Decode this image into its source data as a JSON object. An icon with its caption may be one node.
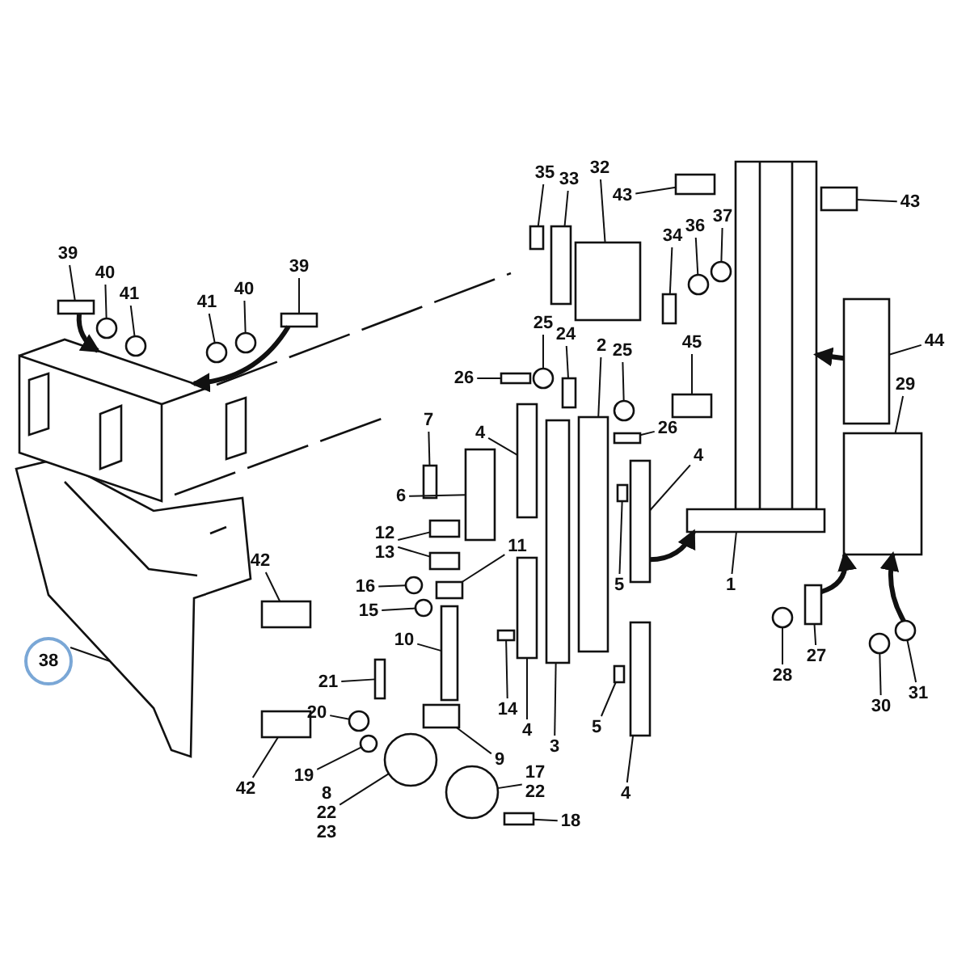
{
  "diagram": {
    "nodes": [
      {
        "text": [
          "35"
        ]
      },
      {
        "text": [
          "32"
        ]
      },
      {
        "text": [
          "33"
        ]
      },
      {
        "text": [
          "43"
        ]
      },
      {
        "text": [
          "43"
        ]
      },
      {
        "text": [
          "37"
        ]
      },
      {
        "text": [
          "36"
        ]
      },
      {
        "text": [
          "34"
        ]
      },
      {
        "text": [
          "39"
        ]
      },
      {
        "text": [
          "39"
        ]
      },
      {
        "text": [
          "40"
        ]
      },
      {
        "text": [
          "40"
        ]
      },
      {
        "text": [
          "41"
        ]
      },
      {
        "text": [
          "41"
        ]
      },
      {
        "text": [
          "25"
        ]
      },
      {
        "text": [
          "24"
        ]
      },
      {
        "text": [
          "44"
        ]
      },
      {
        "text": [
          "45"
        ]
      },
      {
        "text": [
          "2"
        ]
      },
      {
        "text": [
          "25"
        ]
      },
      {
        "text": [
          "26"
        ]
      },
      {
        "text": [
          "29"
        ]
      },
      {
        "text": [
          "7"
        ]
      },
      {
        "text": [
          "26"
        ]
      },
      {
        "text": [
          "4"
        ]
      },
      {
        "text": [
          "4"
        ]
      },
      {
        "text": [
          "6"
        ]
      },
      {
        "text": [
          "12",
          "13"
        ]
      },
      {
        "text": [
          "11"
        ]
      },
      {
        "text": [
          "42"
        ]
      },
      {
        "text": [
          "5"
        ]
      },
      {
        "text": [
          "1"
        ]
      },
      {
        "text": [
          "16"
        ]
      },
      {
        "text": [
          "15"
        ]
      },
      {
        "text": [
          "10"
        ]
      },
      {
        "text": [
          "27"
        ]
      },
      {
        "text": [
          "38"
        ]
      },
      {
        "text": [
          "28"
        ]
      },
      {
        "text": [
          "21"
        ]
      },
      {
        "text": [
          "31"
        ]
      },
      {
        "text": [
          "30"
        ]
      },
      {
        "text": [
          "14"
        ]
      },
      {
        "text": [
          "20"
        ]
      },
      {
        "text": [
          "5"
        ]
      },
      {
        "text": [
          "4"
        ]
      },
      {
        "text": [
          "9"
        ]
      },
      {
        "text": [
          "3"
        ]
      },
      {
        "text": [
          "17",
          "22"
        ]
      },
      {
        "text": [
          "19"
        ]
      },
      {
        "text": [
          "42"
        ]
      },
      {
        "text": [
          "4"
        ]
      },
      {
        "text": [
          "8",
          "22",
          "23"
        ]
      },
      {
        "text": [
          "18"
        ]
      },
      {
        "text": [],
        "shape": "box"
      },
      {
        "text": [],
        "shape": "box"
      },
      {
        "text": [],
        "shape": "box"
      },
      {
        "text": [],
        "shape": "box"
      },
      {
        "text": [],
        "shape": "box"
      },
      {
        "text": [],
        "shape": "circle"
      },
      {
        "text": [],
        "shape": "circle"
      },
      {
        "text": [],
        "shape": "box"
      },
      {
        "text": [],
        "shape": "box"
      },
      {
        "text": [],
        "shape": "box"
      },
      {
        "text": [],
        "shape": "circle"
      },
      {
        "text": [],
        "shape": "circle"
      },
      {
        "text": [],
        "shape": "circle"
      },
      {
        "text": [],
        "shape": "circle"
      },
      {
        "text": [],
        "shape": "circle"
      },
      {
        "text": [],
        "shape": "box"
      },
      {
        "text": [],
        "shape": "box"
      },
      {
        "text": [],
        "shape": "box"
      },
      {
        "text": [],
        "shape": "box"
      },
      {
        "text": [],
        "shape": "circle"
      },
      {
        "text": [],
        "shape": "box"
      },
      {
        "text": [],
        "shape": "box"
      },
      {
        "text": [],
        "shape": "box"
      },
      {
        "text": [],
        "shape": "box"
      },
      {
        "text": [],
        "shape": "box"
      },
      {
        "text": [],
        "shape": "box"
      },
      {
        "text": [],
        "shape": "box"
      },
      {
        "text": [],
        "shape": "box"
      },
      {
        "text": [],
        "shape": "box"
      },
      {
        "text": [],
        "shape": "box"
      },
      {
        "text": [],
        "shape": "box"
      },
      {
        "text": [],
        "shape": "box"
      },
      {
        "text": [],
        "shape": "picture"
      },
      {
        "text": [],
        "shape": "circle"
      },
      {
        "text": [],
        "shape": "circle"
      },
      {
        "text": [],
        "shape": "box"
      },
      {
        "text": [],
        "shape": "box"
      },
      {
        "text": [],
        "shape": "picture"
      },
      {
        "text": [],
        "shape": "circle"
      },
      {
        "text": [],
        "shape": "box"
      },
      {
        "text": [],
        "shape": "circle"
      },
      {
        "text": [],
        "shape": "circle"
      },
      {
        "text": [],
        "shape": "box"
      },
      {
        "text": [],
        "shape": "circle"
      },
      {
        "text": [],
        "shape": "box"
      },
      {
        "text": [],
        "shape": "box"
      },
      {
        "text": [],
        "shape": "box"
      },
      {
        "text": [],
        "shape": "box"
      },
      {
        "text": [],
        "shape": "circle"
      },
      {
        "text": [],
        "shape": "circle"
      },
      {
        "text": [],
        "shape": "box"
      },
      {
        "text": [],
        "shape": "box"
      },
      {
        "text": [],
        "shape": "circle"
      },
      {
        "text": [],
        "shape": "box"
      },
      {
        "text": [],
        "shape": "picture"
      }
    ],
    "edges": [
      {
        "from": 0,
        "to": 53,
        "arrow": "none"
      },
      {
        "from": 1,
        "to": 54,
        "arrow": "none"
      },
      {
        "from": 2,
        "to": 55,
        "arrow": "none"
      },
      {
        "from": 3,
        "to": 56,
        "arrow": "none"
      },
      {
        "from": 4,
        "to": 57,
        "arrow": "none"
      },
      {
        "from": 5,
        "to": 58,
        "arrow": "none"
      },
      {
        "from": 6,
        "to": 59,
        "arrow": "none"
      },
      {
        "from": 7,
        "to": 60,
        "arrow": "none"
      },
      {
        "from": 8,
        "to": 61,
        "arrow": "none"
      },
      {
        "from": 9,
        "to": 62,
        "arrow": "none"
      },
      {
        "from": 10,
        "to": 63,
        "arrow": "none"
      },
      {
        "from": 11,
        "to": 64,
        "arrow": "none"
      },
      {
        "from": 12,
        "to": 65,
        "arrow": "none"
      },
      {
        "from": 13,
        "to": 66,
        "arrow": "none"
      },
      {
        "from": 14,
        "to": 67,
        "arrow": "none"
      },
      {
        "from": 15,
        "to": 68,
        "arrow": "none"
      },
      {
        "from": 16,
        "to": 69,
        "arrow": "none"
      },
      {
        "from": 17,
        "to": 70,
        "arrow": "none"
      },
      {
        "from": 18,
        "to": 71,
        "arrow": "none"
      },
      {
        "from": 19,
        "to": 72,
        "arrow": "none"
      },
      {
        "from": 20,
        "to": 73,
        "arrow": "none"
      },
      {
        "from": 21,
        "to": 74,
        "arrow": "none"
      },
      {
        "from": 22,
        "to": 75,
        "arrow": "none"
      },
      {
        "from": 23,
        "to": 76,
        "arrow": "none"
      },
      {
        "from": 24,
        "to": 77,
        "arrow": "none"
      },
      {
        "from": 25,
        "to": 78,
        "arrow": "none"
      },
      {
        "from": 26,
        "to": 79,
        "arrow": "none"
      },
      {
        "from": 27,
        "to": 80,
        "arrow": "none"
      },
      {
        "from": 27,
        "to": 81,
        "arrow": "none"
      },
      {
        "from": 28,
        "to": 82,
        "arrow": "none"
      },
      {
        "from": 29,
        "to": 83,
        "arrow": "none"
      },
      {
        "from": 30,
        "to": 84,
        "arrow": "none"
      },
      {
        "from": 31,
        "to": 85,
        "arrow": "none"
      },
      {
        "from": 32,
        "to": 86,
        "arrow": "none"
      },
      {
        "from": 33,
        "to": 87,
        "arrow": "none"
      },
      {
        "from": 34,
        "to": 88,
        "arrow": "none"
      },
      {
        "from": 35,
        "to": 89,
        "arrow": "none"
      },
      {
        "from": 36,
        "to": 90,
        "arrow": "none"
      },
      {
        "from": 37,
        "to": 91,
        "arrow": "none"
      },
      {
        "from": 38,
        "to": 92,
        "arrow": "none"
      },
      {
        "from": 39,
        "to": 93,
        "arrow": "none"
      },
      {
        "from": 40,
        "to": 94,
        "arrow": "none"
      },
      {
        "from": 41,
        "to": 95,
        "arrow": "none"
      },
      {
        "from": 42,
        "to": 96,
        "arrow": "none"
      },
      {
        "from": 43,
        "to": 97,
        "arrow": "none"
      },
      {
        "from": 44,
        "to": 98,
        "arrow": "none"
      },
      {
        "from": 45,
        "to": 99,
        "arrow": "none"
      },
      {
        "from": 46,
        "to": 100,
        "arrow": "none"
      },
      {
        "from": 47,
        "to": 101,
        "arrow": "none"
      },
      {
        "from": 48,
        "to": 102,
        "arrow": "none"
      },
      {
        "from": 49,
        "to": 103,
        "arrow": "none"
      },
      {
        "from": 50,
        "to": 104,
        "arrow": "none"
      },
      {
        "from": 51,
        "to": 105,
        "arrow": "none"
      },
      {
        "from": 52,
        "to": 106,
        "arrow": "none"
      },
      {
        "from": 61,
        "to": 107,
        "arrow": "to",
        "style": "thick"
      },
      {
        "from": 62,
        "to": 107,
        "arrow": "to",
        "style": "thick"
      },
      {
        "from": 69,
        "to": 85,
        "arrow": "to",
        "style": "thick"
      },
      {
        "from": 78,
        "to": 85,
        "arrow": "to",
        "style": "thick"
      },
      {
        "from": 89,
        "to": 74,
        "arrow": "to",
        "style": "thick"
      },
      {
        "from": 93,
        "to": 74,
        "arrow": "to",
        "style": "thick"
      }
    ]
  }
}
